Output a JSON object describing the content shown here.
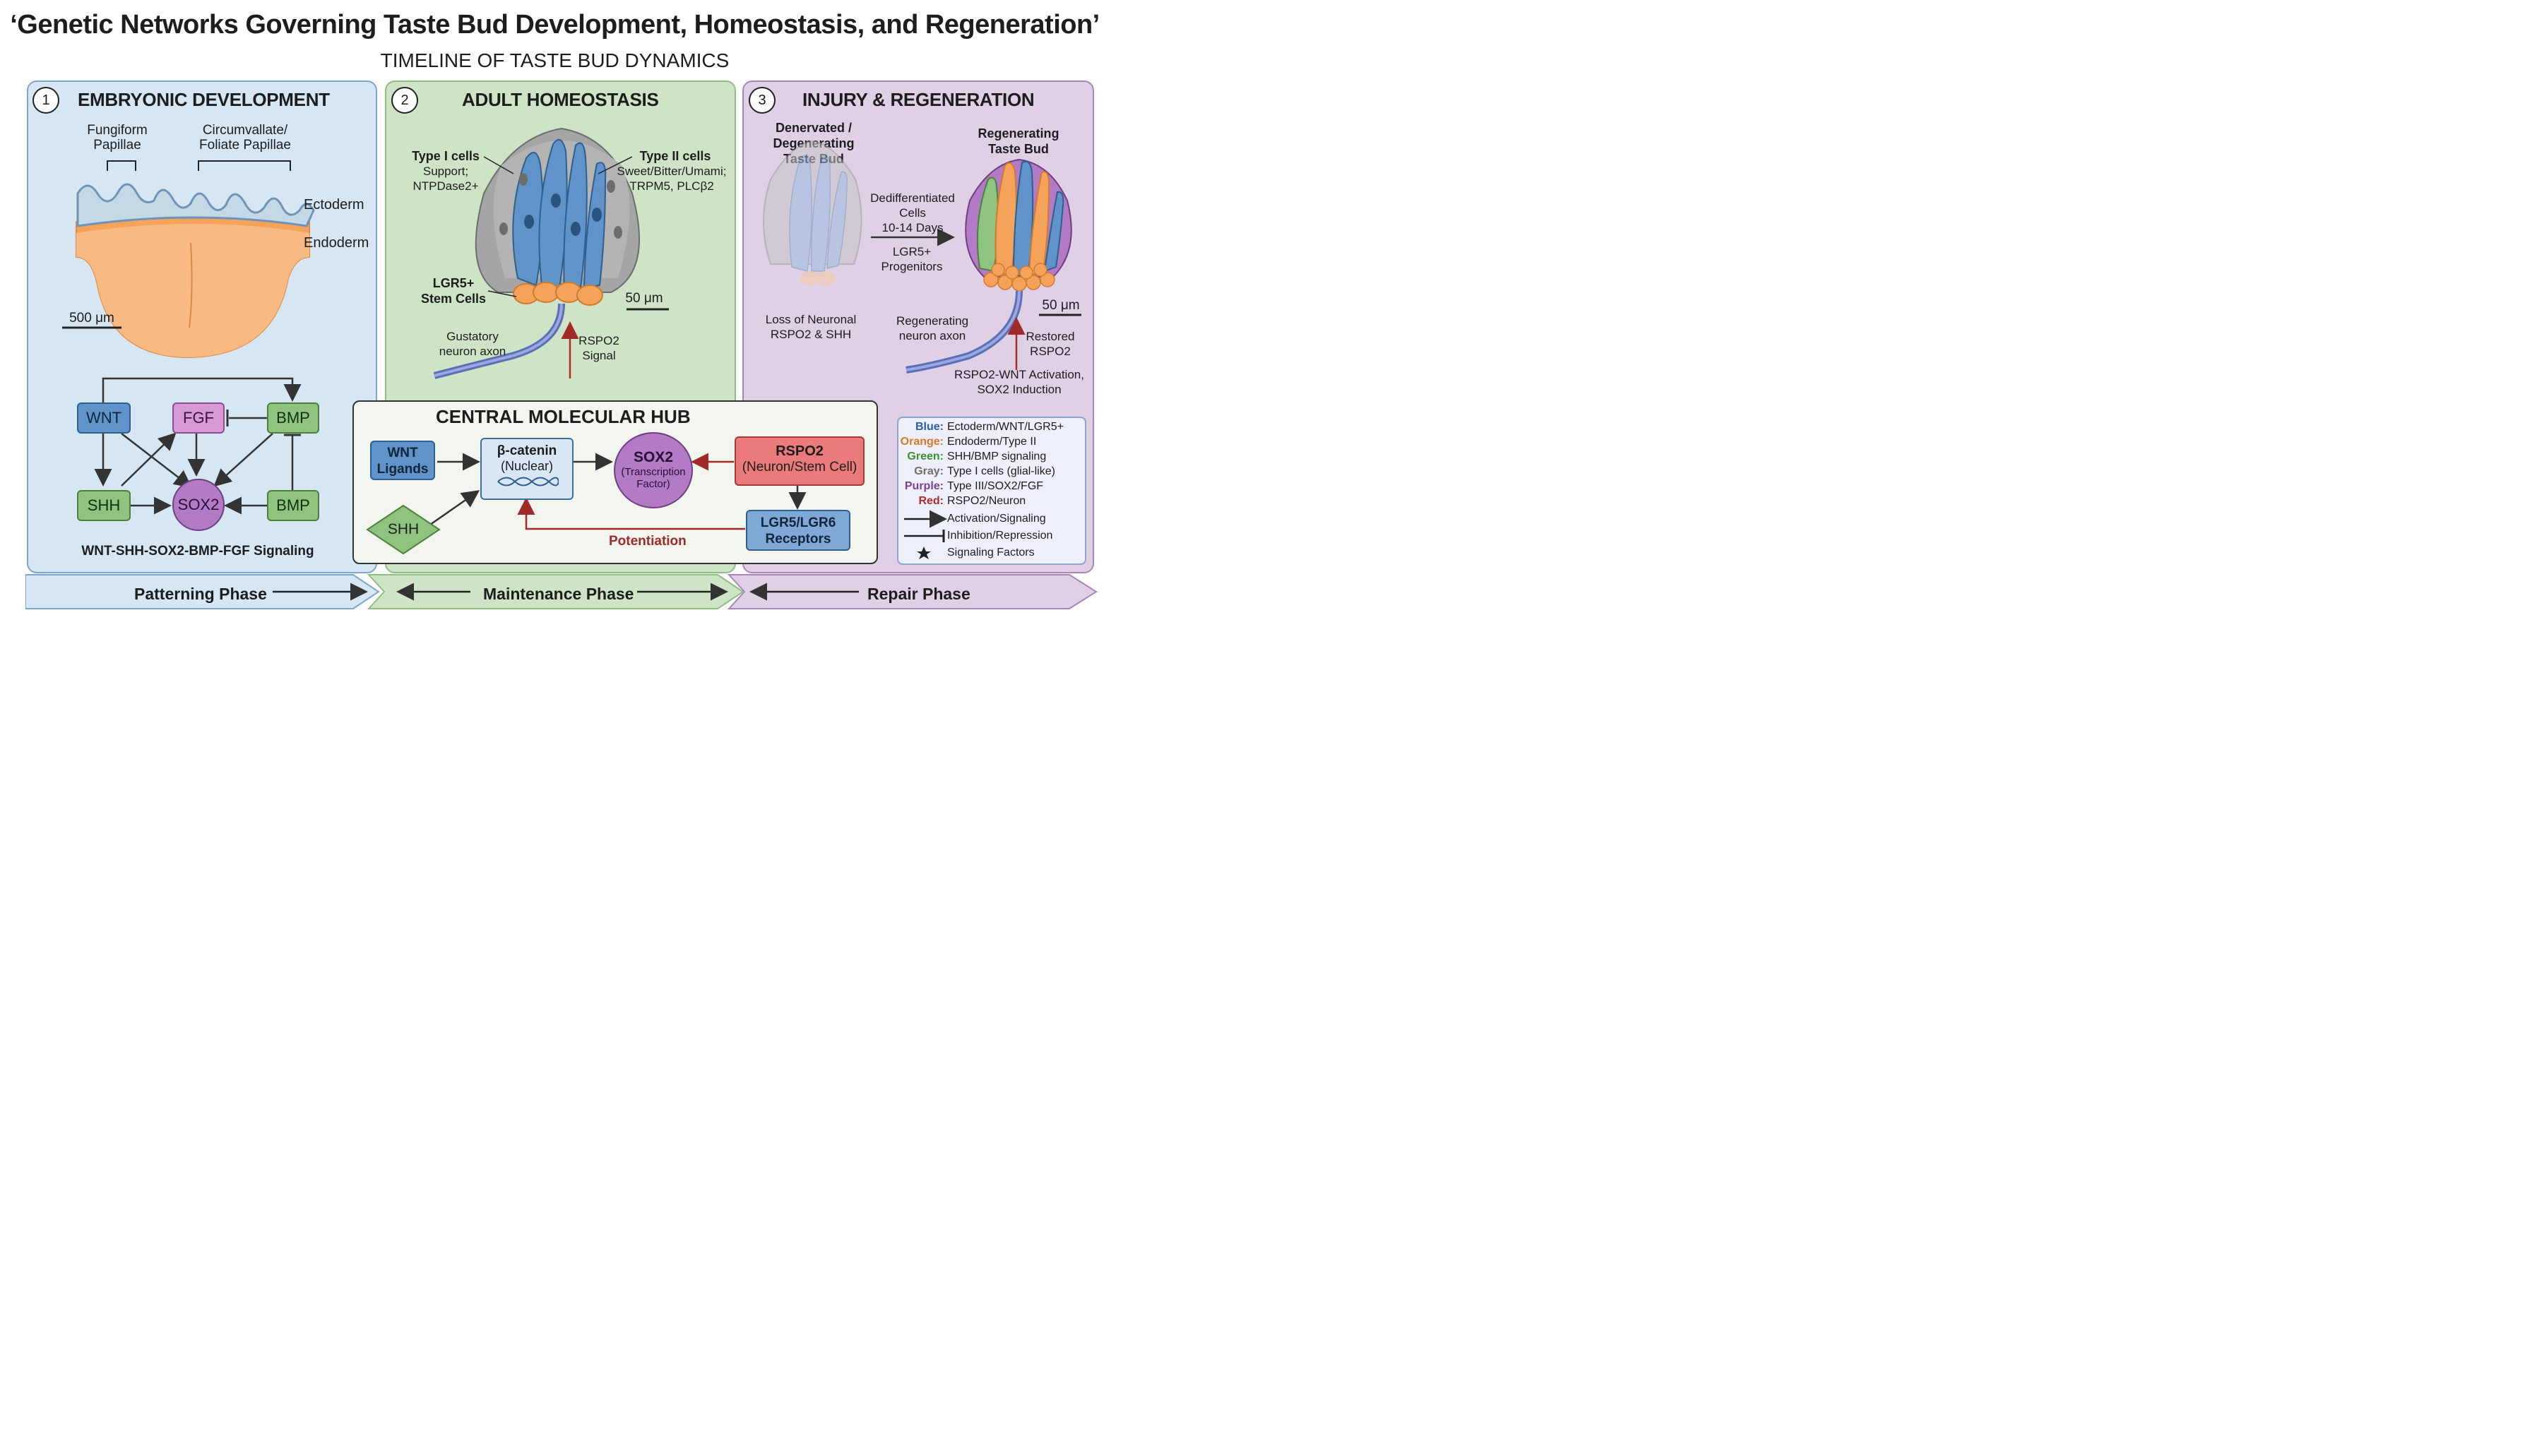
{
  "title": "‘Genetic Networks Governing Taste Bud Development, Homeostasis, and Regeneration’",
  "subtitle": "TIMELINE OF TASTE BUD DYNAMICS",
  "colors": {
    "blue": "#5f93c9",
    "orange": "#f5a35a",
    "green": "#8fc480",
    "gray": "#a8a8a8",
    "purple": "#b37ac6",
    "red": "#e06868"
  },
  "panel1": {
    "number": "1",
    "title": "EMBRYONIC DEVELOPMENT",
    "fungiform": "Fungiform\nPapillae",
    "circumvallate": "Circumvallate/\nFoliate Papillae",
    "ectoderm": "Ectoderm",
    "endoderm": "Endoderm",
    "scale": "500 μm",
    "network": {
      "wnt": "WNT",
      "fgf": "FGF",
      "bmp_top": "BMP",
      "shh": "SHH",
      "sox2": "SOX2",
      "bmp_bottom": "BMP"
    },
    "caption": "WNT-SHH-SOX2-BMP-FGF Signaling"
  },
  "panel2": {
    "number": "2",
    "title": "ADULT HOMEOSTASIS",
    "type1_title": "Type I cells",
    "type1_desc": "Support;\nNTPDase2+",
    "type2_title": "Type II cells",
    "type2_desc": "Sweet/Bitter/Umami;\nTRPM5, PLCβ2",
    "lgr5": "LGR5+\nStem Cells",
    "scale": "50 μm",
    "axon": "Gustatory\nneuron axon",
    "rspo2": "RSPO2\nSignal"
  },
  "panel3": {
    "number": "3",
    "title": "INJURY & REGENERATION",
    "denervated": "Denervated /\nDegenerating\nTaste Bud",
    "regenerating": "Regenerating\nTaste Bud",
    "dediff": "Dedifferentiated\nCells",
    "days": "10-14 Days",
    "progenitors": "LGR5+\nProgenitors",
    "scale": "50 μm",
    "loss": "Loss of Neuronal\nRSPO2 & SHH",
    "axon": "Regenerating\nneuron axon",
    "restored": "Restored\nRSPO2",
    "activation": "RSPO2-WNT Activation,\nSOX2 Induction"
  },
  "hub": {
    "title": "CENTRAL MOLECULAR HUB",
    "wnt": "WNT\nLigands",
    "beta_title": "β-catenin",
    "beta_sub": "(Nuclear)",
    "sox2_title": "SOX2",
    "sox2_sub": "(Transcription\nFactor)",
    "rspo2_title": "RSPO2",
    "rspo2_sub": "(Neuron/Stem Cell)",
    "shh": "SHH",
    "lgr": "LGR5/LGR6\nReceptors",
    "potentiation": "Potentiation"
  },
  "legend": {
    "items": [
      {
        "key": "Blue:",
        "text": "Ectoderm/WNT/LGR5+",
        "color": "#2b5ea7"
      },
      {
        "key": "Orange:",
        "text": "Endoderm/Type II",
        "color": "#d9782a"
      },
      {
        "key": "Green:",
        "text": "SHH/BMP signaling",
        "color": "#3f8f32"
      },
      {
        "key": "Gray:",
        "text": "Type I cells (glial-like)",
        "color": "#6f6f6f"
      },
      {
        "key": "Purple:",
        "text": "Type III/SOX2/FGF",
        "color": "#7a3f96"
      },
      {
        "key": "Red:",
        "text": "RSPO2/Neuron",
        "color": "#b02a2a"
      }
    ],
    "activation": "Activation/Signaling",
    "inhibition": "Inhibition/Repression",
    "factors": "Signaling Factors"
  },
  "phases": {
    "patterning": "Patterning Phase",
    "maintenance": "Maintenance Phase",
    "repair": "Repair Phase"
  }
}
